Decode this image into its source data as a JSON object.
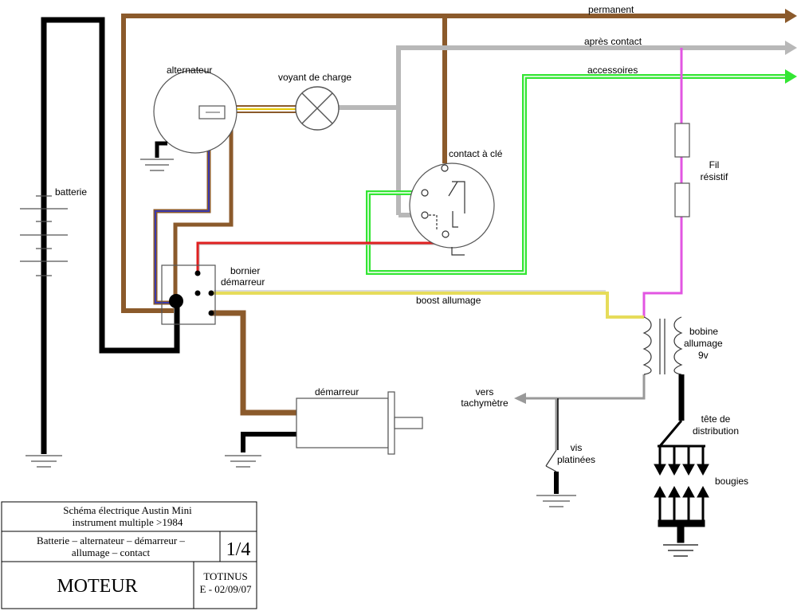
{
  "labels": {
    "permanent": "permanent",
    "apres_contact": "après contact",
    "accessoires": "accessoires",
    "alternateur": "alternateur",
    "voyant": "voyant de charge",
    "contact_cle": "contact à clé",
    "batterie": "batterie",
    "fil_resistif_1": "Fil",
    "fil_resistif_2": "résistif",
    "bornier_1": "bornier",
    "bornier_2": "démarreur",
    "boost": "boost allumage",
    "bobine_1": "bobine",
    "bobine_2": "allumage",
    "bobine_3": "9v",
    "demarreur": "démarreur",
    "vers_tachy_1": "vers",
    "vers_tachy_2": "tachymètre",
    "vis_1": "vis",
    "vis_2": "platinées",
    "tete_1": "tête de",
    "tete_2": "distribution",
    "bougies": "bougies"
  },
  "title_block": {
    "title_1": "Schéma électrique Austin Mini",
    "title_2": "instrument multiple >1984",
    "subtitle_1": "Batterie – alternateur – démarreur –",
    "subtitle_2": "allumage – contact",
    "page": "1/4",
    "section": "MOTEUR",
    "author": "TOTINUS",
    "ref": "E - 02/09/07"
  },
  "colors": {
    "brown": "#8B5A2B",
    "grey": "#B8B8B8",
    "green": "#33E633",
    "pink": "#E255E2",
    "yellow": "#E6DC5A",
    "red": "#E02020",
    "blue": "#3A3AB0",
    "black": "#000000"
  }
}
